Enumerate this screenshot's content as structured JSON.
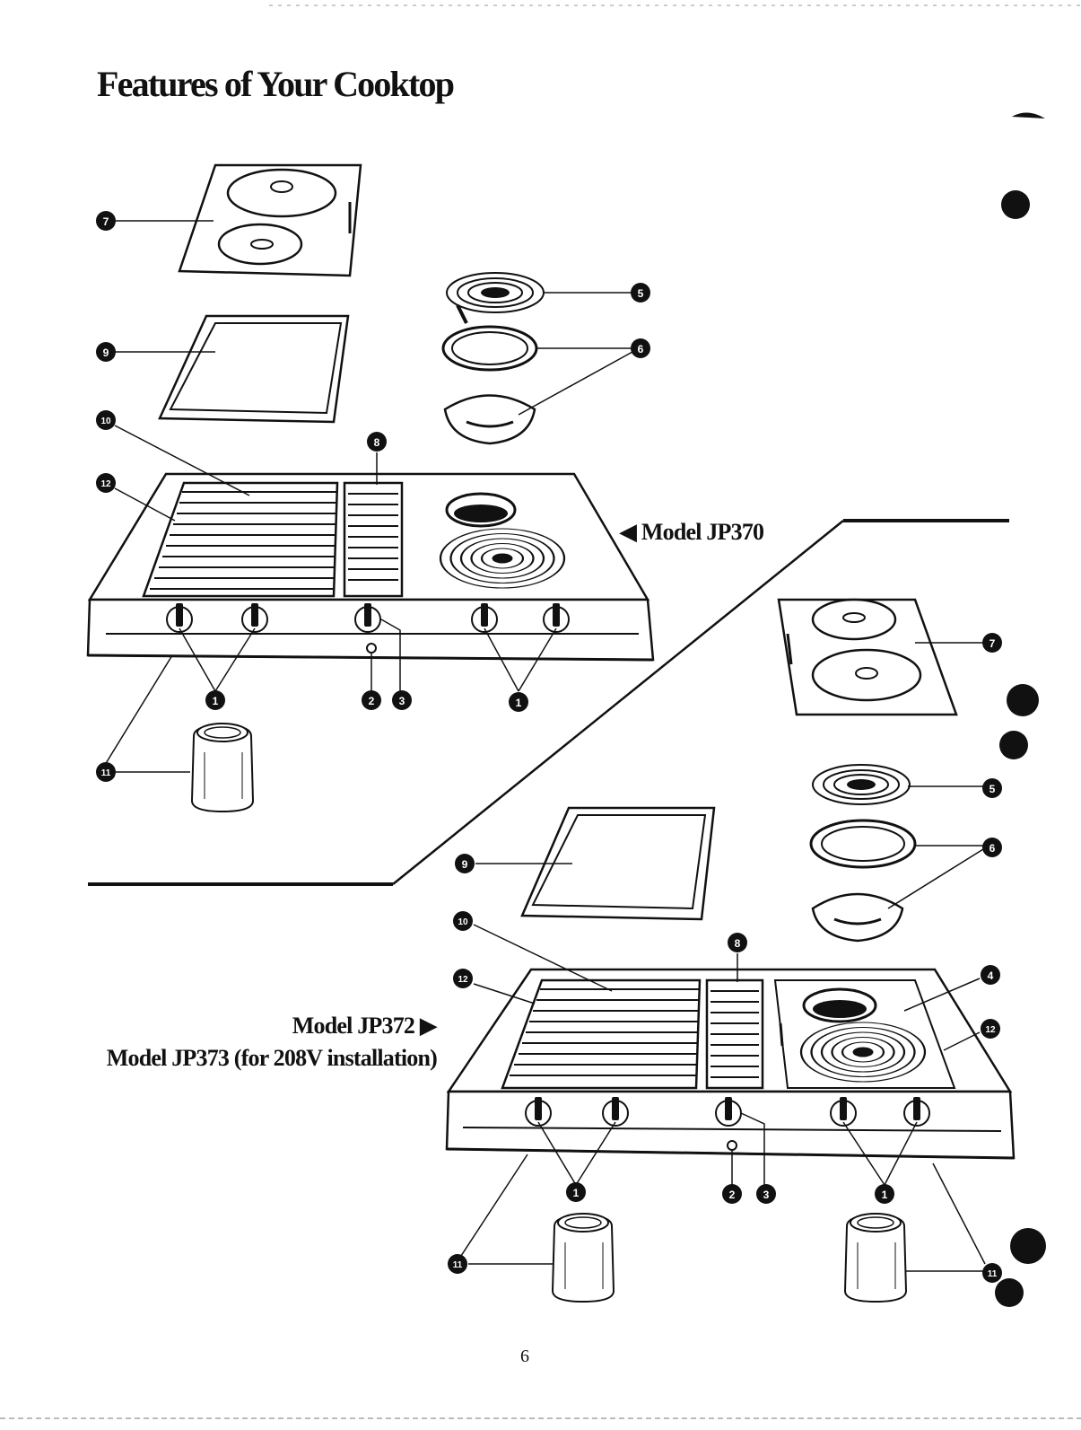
{
  "page": {
    "title": "Features of Your Cooktop",
    "page_number": "6"
  },
  "models": {
    "jp370": "◀ Model JP370",
    "jp372": "Model JP372 ▶",
    "jp373": "Model JP373 (for 208V installation)"
  },
  "callouts": [
    "1",
    "2",
    "3",
    "4",
    "5",
    "6",
    "7",
    "8",
    "9",
    "10",
    "11",
    "12"
  ],
  "colors": {
    "ink": "#111111",
    "paper": "#ffffff"
  }
}
